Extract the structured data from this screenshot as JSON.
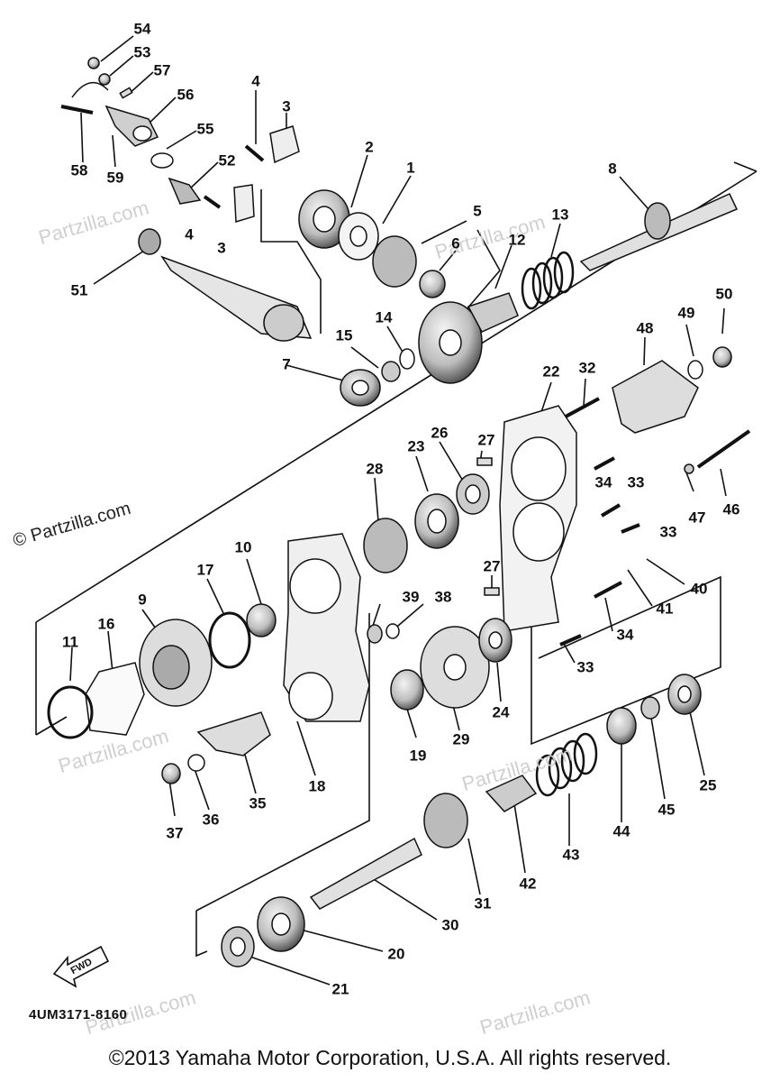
{
  "diagram": {
    "part_labels": [
      "54",
      "53",
      "57",
      "56",
      "55",
      "58",
      "59",
      "52",
      "4",
      "3",
      "2",
      "1",
      "5",
      "6",
      "12",
      "13",
      "8",
      "51",
      "4",
      "3",
      "15",
      "14",
      "7",
      "48",
      "49",
      "50",
      "22",
      "32",
      "23",
      "26",
      "27",
      "28",
      "34",
      "33",
      "33",
      "47",
      "46",
      "10",
      "17",
      "9",
      "39",
      "38",
      "27",
      "40",
      "41",
      "34",
      "11",
      "16",
      "33",
      "19",
      "29",
      "24",
      "25",
      "18",
      "35",
      "37",
      "36",
      "44",
      "45",
      "43",
      "42",
      "31",
      "30",
      "20",
      "21"
    ],
    "fwd_label": "FWD",
    "diagram_code": "4UM3171-8160",
    "watermark": "© Partzilla.com",
    "watermark_short": "Partzilla.com",
    "copyright": "©2013 Yamaha Motor Corporation, U.S.A. All rights reserved."
  }
}
